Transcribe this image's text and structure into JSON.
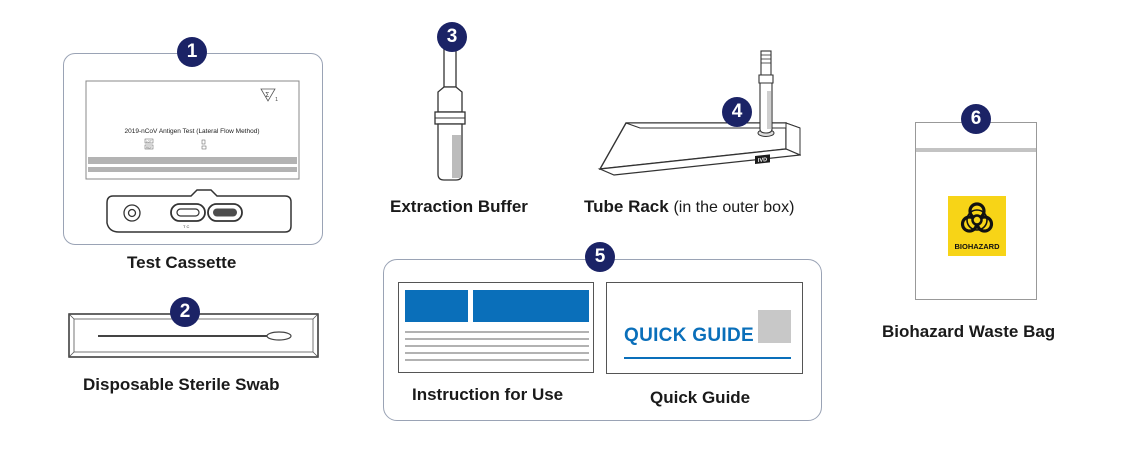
{
  "items": [
    {
      "number": "1",
      "label": "Test Cassette"
    },
    {
      "number": "2",
      "label": "Disposable Sterile Swab"
    },
    {
      "number": "3",
      "label": "Extraction Buffer"
    },
    {
      "number": "4",
      "label": "Tube Rack",
      "note": "(in the outer box)"
    },
    {
      "number": "5",
      "label_left": "Instruction for Use",
      "label_right": "Quick Guide"
    },
    {
      "number": "6",
      "label": "Biohazard Waste Bag"
    }
  ],
  "cassette": {
    "pouch_title": "2019-nCoV Antigen Test (Lateral Flow Method)",
    "symbol_text": "Σ",
    "symbol_sub": "1",
    "lot": "LOT",
    "ref": "REF"
  },
  "quick_guide": {
    "heading": "QUICK GUIDE"
  },
  "rack": {
    "ivd": "IVD"
  },
  "waste_bag": {
    "biohazard_text": "BIOHAZARD"
  },
  "colors": {
    "badge": "#1b2366",
    "accent_blue": "#0a6fba",
    "biohazard_yellow": "#f7d417"
  }
}
